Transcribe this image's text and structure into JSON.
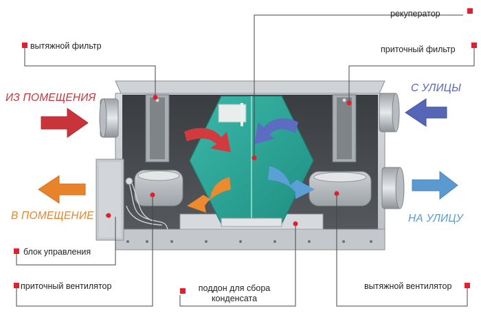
{
  "labels": {
    "recuperator": "рекуператор",
    "exhaust_filter": "вытяжной фильтр",
    "supply_filter": "приточный фильтр",
    "control_unit": "блок управления",
    "supply_fan": "приточный вентилятор",
    "drain_pan_line1": "поддон для сбора",
    "drain_pan_line2": "конденсата",
    "exhaust_fan": "вытяжной вентилятор"
  },
  "flows": {
    "from_room": "ИЗ ПОМЕЩЕНИЯ",
    "to_room": "В ПОМЕЩЕНИЕ",
    "from_street": "С УЛИЦЫ",
    "to_street": "НА УЛИЦУ"
  },
  "colors": {
    "marker": "#e0202a",
    "from_room": "#c8343a",
    "to_room": "#e8832a",
    "from_street": "#5565b8",
    "to_street": "#5a9ad0",
    "heat_exchanger": "#2ba89a",
    "housing": "#c9cdd2",
    "leader_line": "#444444"
  }
}
